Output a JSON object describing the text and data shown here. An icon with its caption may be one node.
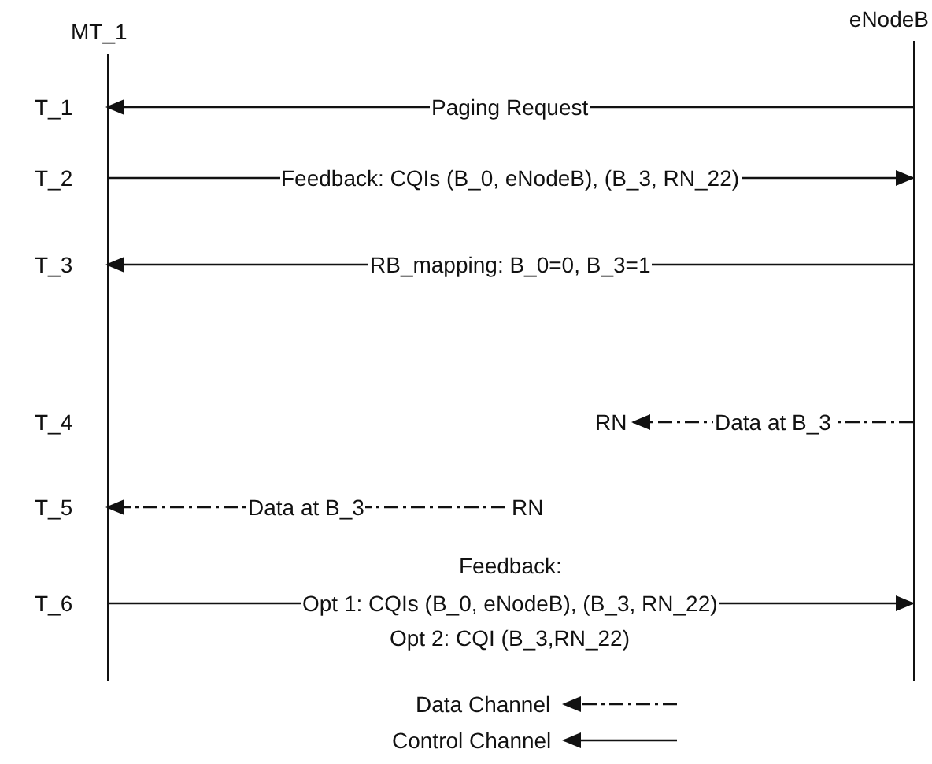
{
  "diagram": {
    "nodes": [
      {
        "text": [
          "MT_1"
        ]
      },
      {
        "text": [
          "eNodeB"
        ]
      },
      {
        "text": [
          "RN"
        ]
      },
      {
        "text": [
          "RN"
        ]
      }
    ],
    "edges": [
      {
        "from": 1,
        "to": 0,
        "arrow": "to",
        "label": "Paging Request"
      },
      {
        "from": 0,
        "to": 1,
        "arrow": "to",
        "label": "Feedback: CQIs (B_0, eNodeB), (B_3, RN_22)"
      },
      {
        "from": 1,
        "to": 0,
        "arrow": "to",
        "label": "RB_mapping: B_0=0, B_3=1"
      },
      {
        "from": 1,
        "to": 2,
        "arrow": "to",
        "label": "Data at B_3",
        "style": "dashed"
      },
      {
        "from": 3,
        "to": 0,
        "arrow": "to",
        "label": "Data at B_3",
        "style": "dashed"
      },
      {
        "from": 0,
        "to": 1,
        "arrow": "to",
        "label": "Opt 1: CQIs (B_0, eNodeB), (B_3, RN_22)"
      }
    ],
    "labels": [
      "T_1",
      "T_2",
      "T_3",
      "T_4",
      "T_5",
      "Feedback:",
      "T_6",
      "Opt 2: CQI (B_3,RN_22)"
    ],
    "legend": [
      {
        "text": "Data Channel"
      },
      {
        "text": "Control Channel"
      }
    ]
  }
}
